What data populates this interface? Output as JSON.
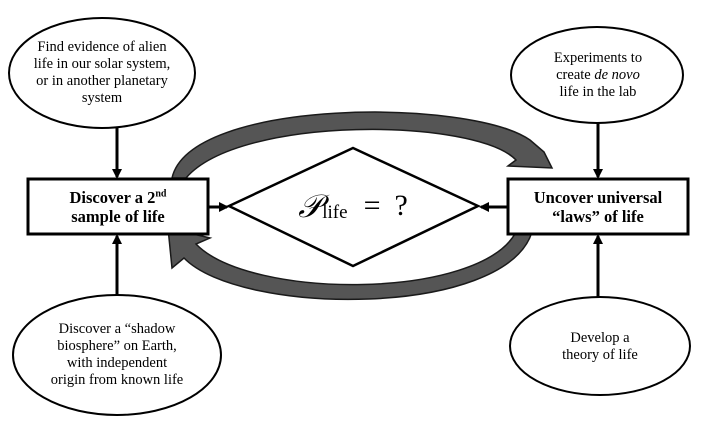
{
  "ovals": {
    "top_left": {
      "lines": [
        "Find evidence of alien",
        "life in our solar system,",
        "or in another planetary",
        "system"
      ]
    },
    "top_right": {
      "line1": "Experiments to",
      "line2_prefix": "create ",
      "line2_italic": "de novo",
      "line3": "life in the lab"
    },
    "bottom_left": {
      "lines": [
        "Discover a “shadow",
        "biosphere” on Earth,",
        "with independent",
        "origin from known life"
      ]
    },
    "bottom_right": {
      "lines": [
        "Develop a",
        "theory of life"
      ]
    }
  },
  "boxes": {
    "left": {
      "line1": "Discover a 2",
      "line1_sup": "nd",
      "line2": "sample of life"
    },
    "right": {
      "line1": "Uncover universal",
      "line2": "“laws” of life"
    }
  },
  "center": {
    "symbol": "𝒫",
    "subscript": "life",
    "equals": "=",
    "value": "?"
  },
  "colors": {
    "stroke": "#000000",
    "cycle_arrow_fill": "#555555",
    "cycle_arrow_edge": "#1a1a1a",
    "background": "#ffffff"
  }
}
